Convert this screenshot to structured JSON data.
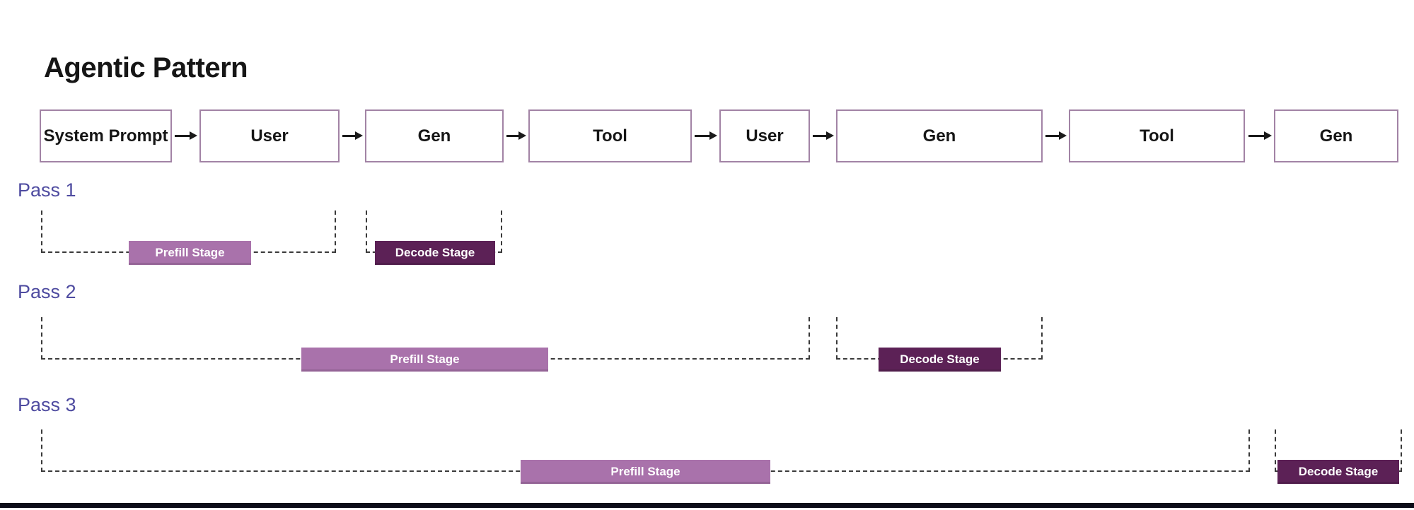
{
  "title": "Agentic Pattern",
  "flow": {
    "boxes": [
      {
        "label": "System Prompt"
      },
      {
        "label": "User"
      },
      {
        "label": "Gen"
      },
      {
        "label": "Tool"
      },
      {
        "label": "User"
      },
      {
        "label": "Gen"
      },
      {
        "label": "Tool"
      },
      {
        "label": "Gen"
      }
    ]
  },
  "passes": [
    {
      "label": "Pass 1",
      "stages": [
        {
          "type": "prefill",
          "label": "Prefill Stage"
        },
        {
          "type": "decode",
          "label": "Decode Stage"
        }
      ]
    },
    {
      "label": "Pass 2",
      "stages": [
        {
          "type": "prefill",
          "label": "Prefill Stage"
        },
        {
          "type": "decode",
          "label": "Decode Stage"
        }
      ]
    },
    {
      "label": "Pass 3",
      "stages": [
        {
          "type": "prefill",
          "label": "Prefill Stage"
        },
        {
          "type": "decode",
          "label": "Decode Stage"
        }
      ]
    }
  ],
  "colors": {
    "prefill_bar": "#a972ab",
    "decode_bar": "#5c2156",
    "pass_label": "#4e4ba0",
    "box_border": "#a283a5",
    "dashed_line": "#3a3a3a",
    "text": "#161616",
    "bottom_rule": "#0c0c18"
  }
}
